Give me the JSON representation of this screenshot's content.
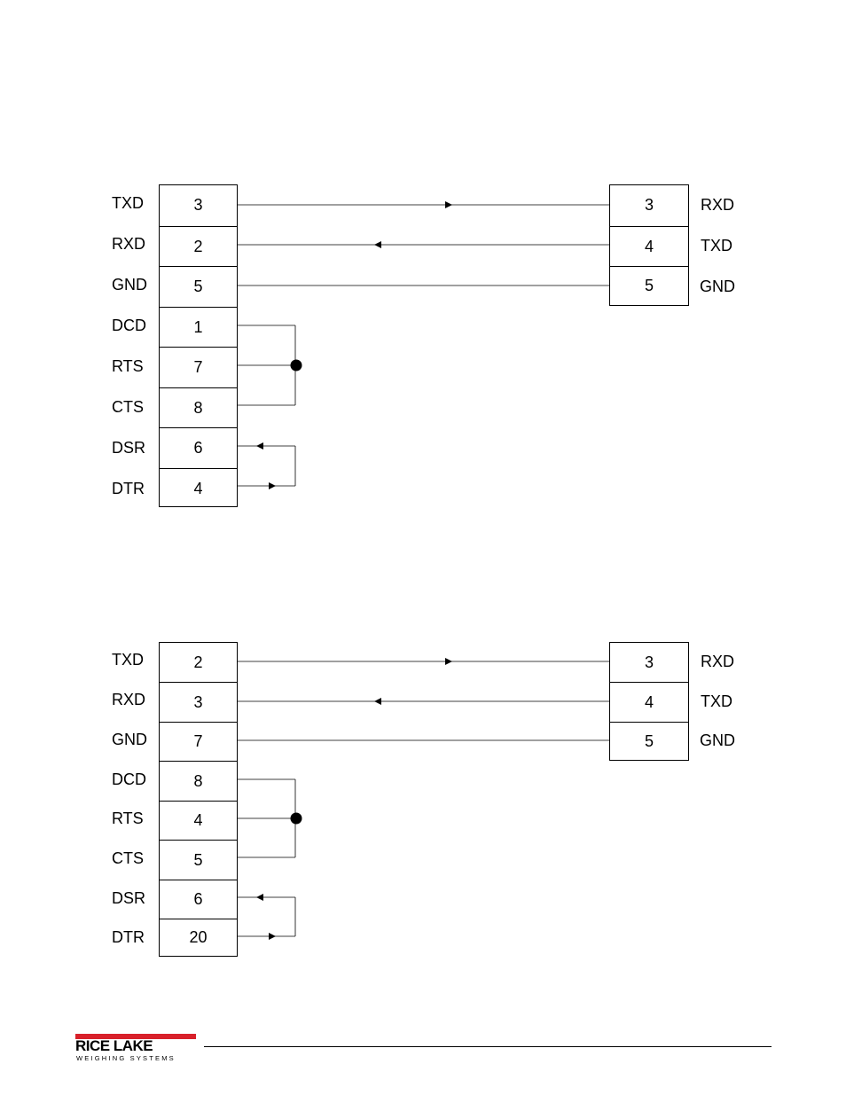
{
  "diagrams": [
    {
      "left_connector": {
        "rows": [
          {
            "signal": "TXD",
            "pin": "3"
          },
          {
            "signal": "RXD",
            "pin": "2"
          },
          {
            "signal": "GND",
            "pin": "5"
          },
          {
            "signal": "DCD",
            "pin": "1"
          },
          {
            "signal": "RTS",
            "pin": "7"
          },
          {
            "signal": "CTS",
            "pin": "8"
          },
          {
            "signal": "DSR",
            "pin": "6"
          },
          {
            "signal": "DTR",
            "pin": "4"
          }
        ]
      },
      "right_connector": {
        "rows": [
          {
            "signal": "RXD",
            "pin": "3"
          },
          {
            "signal": "TXD",
            "pin": "4"
          },
          {
            "signal": "GND",
            "pin": "5"
          }
        ]
      }
    },
    {
      "left_connector": {
        "rows": [
          {
            "signal": "TXD",
            "pin": "2"
          },
          {
            "signal": "RXD",
            "pin": "3"
          },
          {
            "signal": "GND",
            "pin": "7"
          },
          {
            "signal": "DCD",
            "pin": "8"
          },
          {
            "signal": "RTS",
            "pin": "4"
          },
          {
            "signal": "CTS",
            "pin": "5"
          },
          {
            "signal": "DSR",
            "pin": "6"
          },
          {
            "signal": "DTR",
            "pin": "20"
          }
        ]
      },
      "right_connector": {
        "rows": [
          {
            "signal": "RXD",
            "pin": "3"
          },
          {
            "signal": "TXD",
            "pin": "4"
          },
          {
            "signal": "GND",
            "pin": "5"
          }
        ]
      }
    }
  ],
  "footer": {
    "logo_name": "RICE LAKE",
    "logo_tagline": "WEIGHING SYSTEMS",
    "logo_color": "#d8202a"
  }
}
